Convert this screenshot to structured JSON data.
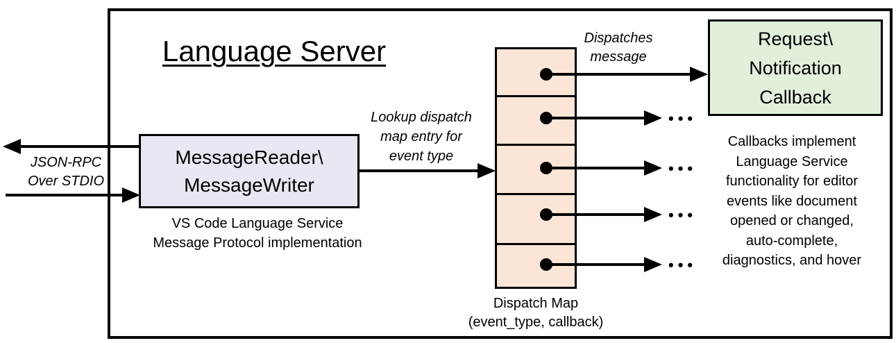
{
  "diagram": {
    "title": "Language Server",
    "stdio_label": [
      "JSON-RPC",
      "Over STDIO"
    ],
    "message_box": [
      "MessageReader\\",
      "MessageWriter"
    ],
    "message_caption": [
      "VS Code Language Service",
      "Message Protocol implementation"
    ],
    "lookup_label": [
      "Lookup dispatch",
      "map entry for",
      "event type"
    ],
    "dispatches_label": [
      "Dispatches",
      "message"
    ],
    "callback_box": [
      "Request\\",
      "Notification",
      "Callback"
    ],
    "dispatch_map_caption": [
      "Dispatch Map",
      "(event_type, callback)"
    ],
    "callbacks_note": [
      "Callbacks implement",
      "Language Service",
      "functionality for editor",
      "events like document",
      "opened or changed,",
      "auto-complete,",
      "diagnostics, and hover"
    ],
    "ellipsis": "•••",
    "colors": {
      "message_box_fill": "#E9E7F1",
      "dispatch_map_fill": "#FBE5D6",
      "callback_box_fill": "#E2EFDA",
      "line": "#000000",
      "background": "#FFFFFF"
    }
  }
}
